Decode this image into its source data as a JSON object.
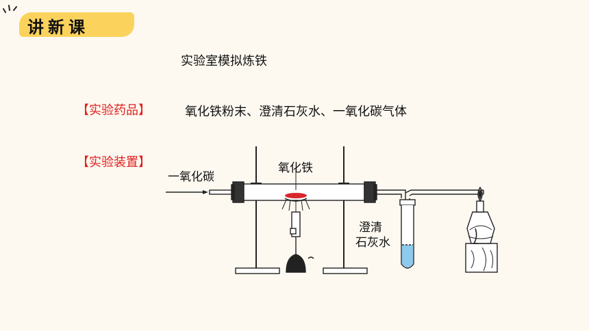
{
  "header": {
    "badge": "讲新课"
  },
  "content": {
    "title": "实验室模拟炼铁",
    "reagents_label": "【实验药品】",
    "reagents": "氧化铁粉末、澄清石灰水、一氧化碳气体",
    "apparatus_label": "【实验装置】"
  },
  "diagram": {
    "co_label": "一氧化碳",
    "fe2o3_label": "氧化铁",
    "limewater_line1": "澄清",
    "limewater_line2": "石灰水"
  },
  "colors": {
    "accent": "#fbd35c",
    "label_red": "#e0201f",
    "oxide": "#d9262d",
    "water": "#8ec9ee"
  }
}
